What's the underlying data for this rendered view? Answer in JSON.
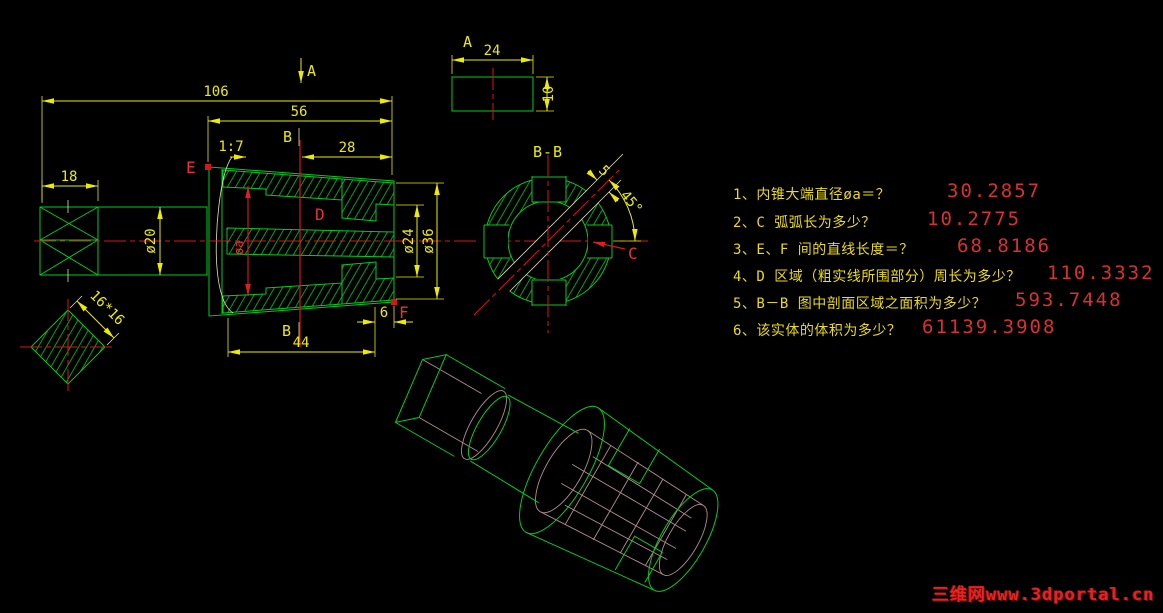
{
  "canvas": {
    "background": "#000000"
  },
  "colors": {
    "part_green": "#00cd1e",
    "dim_yellow": "#ecec00",
    "center_red": "#db1414",
    "label_red": "#ee3030",
    "answer_red": "#d93030",
    "hidden_tan": "#b28c8c",
    "watermark_red": "#e82020"
  },
  "front_view": {
    "dim_106": "106",
    "dim_56": "56",
    "dim_28": "28",
    "dim_18": "18",
    "dim_44": "44",
    "dim_6": "6",
    "dia_20": "ø20",
    "dia_24": "ø24",
    "dia_36": "ø36",
    "dia_a": "øa",
    "taper": "1:7",
    "label_a": "A",
    "label_b_top": "B",
    "label_b_bottom": "B",
    "label_e": "E",
    "label_f": "F",
    "label_d": "D"
  },
  "detail_a": {
    "label": "A",
    "dim_24": "24",
    "dim_10": "10"
  },
  "section_bb": {
    "title": "B-B",
    "dim_5": "5",
    "dim_45": "45°",
    "label_c": "C"
  },
  "square_detail": {
    "dim": "16*16"
  },
  "questions": [
    {
      "q": "1、内锥大端直径øa＝？",
      "a": "30.2857"
    },
    {
      "q": "2、C 弧弧长为多少？",
      "a": "10.2775"
    },
    {
      "q": "3、E、F 间的直线长度＝？",
      "a": "68.8186"
    },
    {
      "q": "4、D 区域（粗实线所围部分）周长为多少？",
      "a": "110.3332"
    },
    {
      "q": "5、B－B 图中剖面区域之面积为多少？",
      "a": "593.7448"
    },
    {
      "q": "6、该实体的体积为多少？",
      "a": "61139.3908"
    }
  ],
  "watermark": "三维网www.3dportal.cn"
}
